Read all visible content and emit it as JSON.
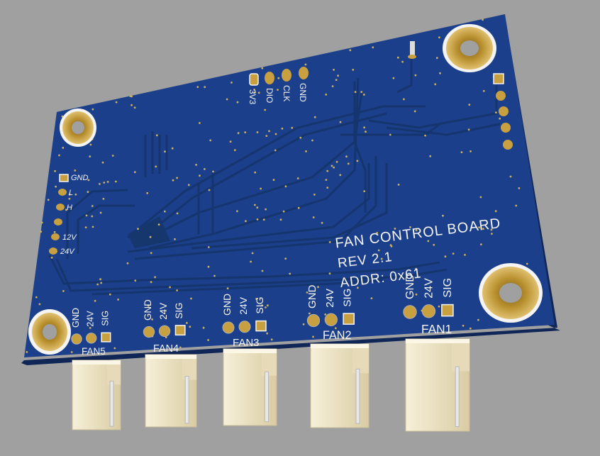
{
  "colors": {
    "background": "#a0a0a0",
    "board": "#1b3f8a",
    "board_edge": "#0f2657",
    "trace": "#16366f",
    "pad_gold": "#c8a040",
    "silkscreen": "#f4f4f4",
    "connector": "#f2e8c8"
  },
  "board": {
    "title": "FAN CONTROL BOARD",
    "revision": "REV 2.1",
    "address": "ADDR: 0x61"
  },
  "top_header": {
    "pins": [
      "3V3",
      "DIO",
      "CLK",
      "GND"
    ]
  },
  "side_header": {
    "pins": [
      "GND",
      "L",
      "H",
      "",
      "12V",
      "24V"
    ]
  },
  "fans": [
    {
      "name": "FAN1",
      "pins": [
        "GND",
        "24V",
        "SIG"
      ]
    },
    {
      "name": "FAN2",
      "pins": [
        "GND",
        "24V",
        "SIG"
      ]
    },
    {
      "name": "FAN3",
      "pins": [
        "GND",
        "24V",
        "SIG"
      ]
    },
    {
      "name": "FAN4",
      "pins": [
        "GND",
        "24V",
        "SIG"
      ]
    },
    {
      "name": "FAN5",
      "pins": [
        "GND",
        "24V",
        "SIG"
      ]
    }
  ]
}
